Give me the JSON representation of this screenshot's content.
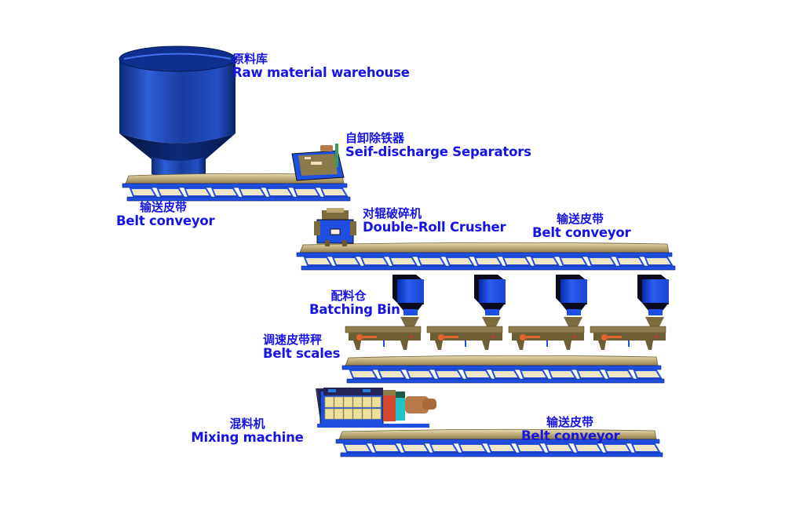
{
  "title": "Production process flow",
  "colors": {
    "label": "#1414e6",
    "equipment_blue": "#1f4fe0",
    "belt_tan": "#c8b88a",
    "machine_olive": "#7a6a3e"
  },
  "stages": [
    {
      "id": "warehouse",
      "label_zh": "原料库",
      "label_en": "Raw material  warehouse"
    },
    {
      "id": "separator",
      "label_zh": "自卸除铁器",
      "label_en": "Seif-discharge Separators"
    },
    {
      "id": "conveyor1",
      "label_zh": "输送皮带",
      "label_en": "Belt conveyor"
    },
    {
      "id": "crusher",
      "label_zh": "对辊破碎机",
      "label_en": "Double-Roll Crusher"
    },
    {
      "id": "conveyor2",
      "label_zh": "输送皮带",
      "label_en": "Belt conveyor"
    },
    {
      "id": "batching",
      "label_zh": "配料仓",
      "label_en": "Batching Bin"
    },
    {
      "id": "scales",
      "label_zh": "调速皮带秤",
      "label_en": "Belt scales"
    },
    {
      "id": "mixer",
      "label_zh": "混料机",
      "label_en": "Mixing machine"
    },
    {
      "id": "conveyor4",
      "label_zh": "输送皮带",
      "label_en": "Belt conveyor"
    }
  ],
  "batching_bin_count": 4
}
